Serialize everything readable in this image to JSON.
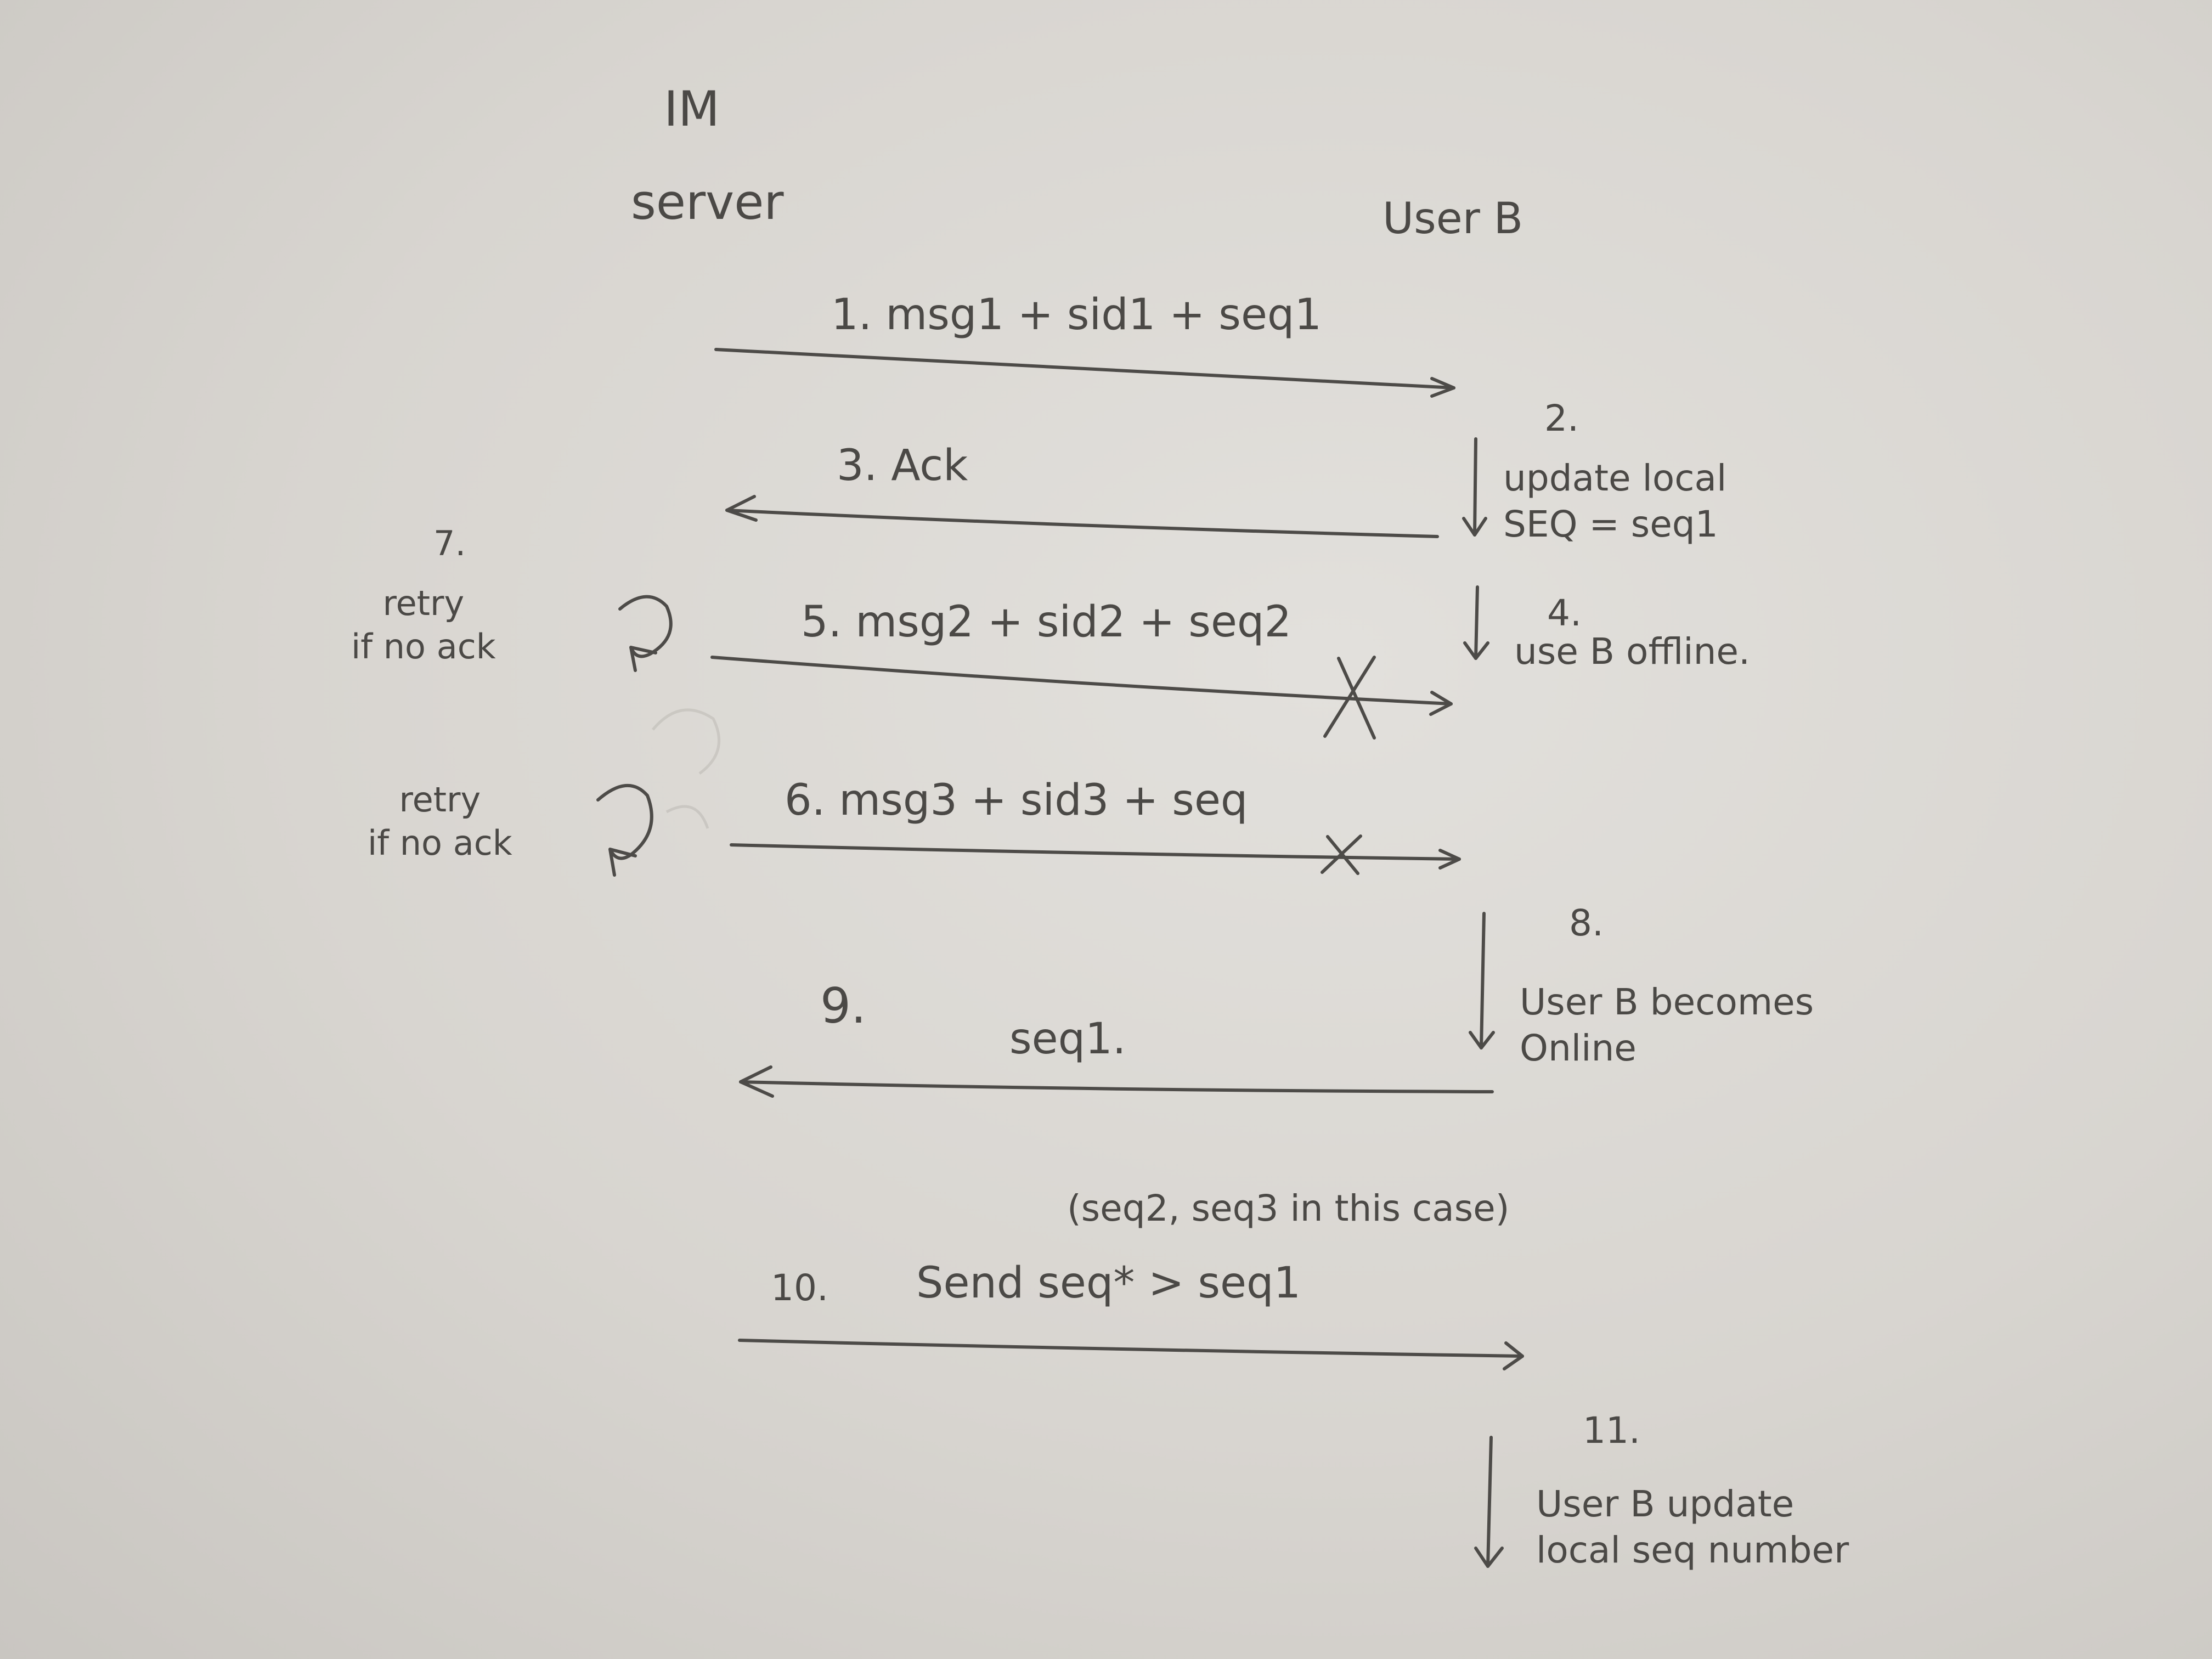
{
  "participants": {
    "server_line1": "IM",
    "server_line2": "server",
    "user": "User B"
  },
  "steps": {
    "s1": "1. msg1 + sid1 + seq1",
    "s2_num": "2.",
    "s2_text": "update local\nSEQ = seq1",
    "s3": "3. Ack",
    "s4_num": "4.",
    "s4_text": "use B offline.",
    "s5": "5. msg2 + sid2 + seq2",
    "s6": "6. msg3 + sid3 + seq",
    "s7_num": "7.",
    "s7_text": "retry\nif no ack",
    "s6_retry": "retry\nif no ack",
    "s8_num": "8.",
    "s8_text": "User B becomes\nOnline",
    "s9_num": "9.",
    "s9_text": "seq1.",
    "s10_note": "(seq2, seq3 in this case)",
    "s10_num": "10.",
    "s10_text": "Send seq* > seq1",
    "s11_num": "11.",
    "s11_text": "User B update\nlocal seq number"
  },
  "colors": {
    "paper": "#dcdad6",
    "pencil": "#4b4946"
  }
}
